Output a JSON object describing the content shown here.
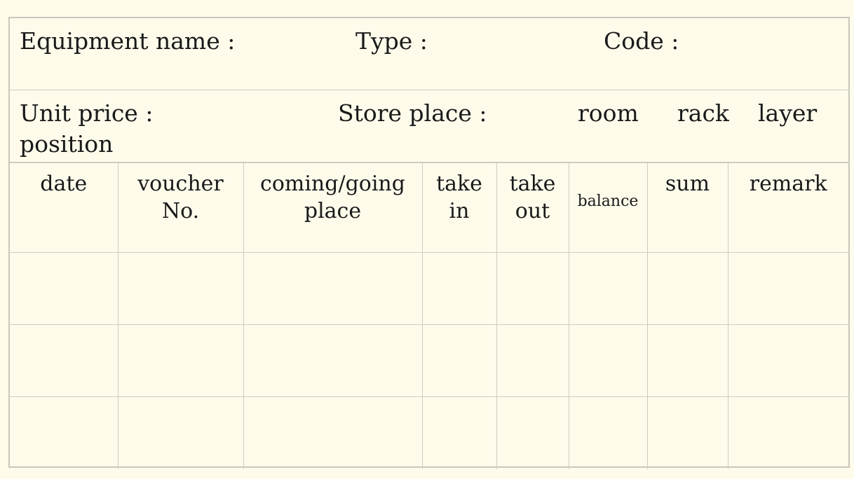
{
  "header": {
    "equipment_name_label": "Equipment name :",
    "type_label": "Type :",
    "code_label": "Code :"
  },
  "info": {
    "unit_price_label": "Unit price :",
    "store_place_label": "Store place :",
    "room_label": "room",
    "rack_label": "rack",
    "layer_label": "layer",
    "position_label": "position"
  },
  "table": {
    "columns": [
      "date",
      "voucher\nNo.",
      "coming/going\nplace",
      "take\nin",
      "take\nout",
      "balance",
      "sum",
      "remark"
    ],
    "empty_rows": 3
  },
  "colors": {
    "background": "#fffbeb",
    "rule": "#cfcbc0",
    "text": "#1a1a1a"
  }
}
